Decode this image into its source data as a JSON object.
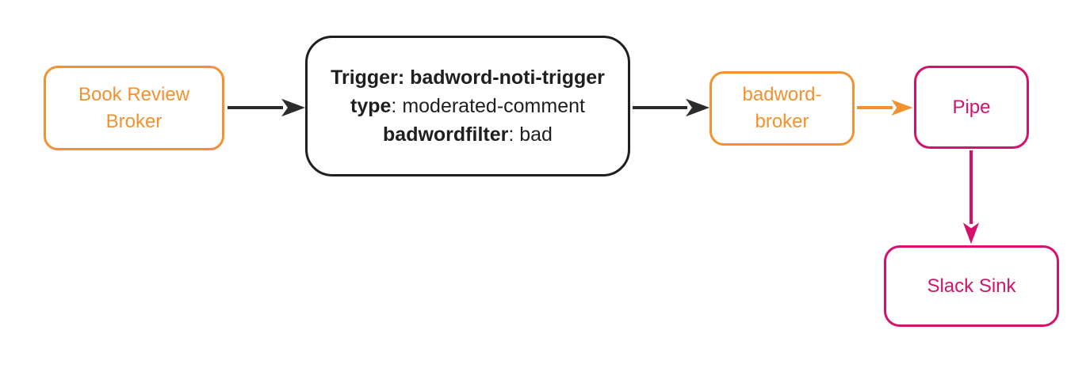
{
  "diagram": {
    "title": "event flow diagram",
    "colors": {
      "orange": "#F3912E",
      "pink": "#D6116B",
      "black": "#1F1F1F",
      "background": "#FFFFFF"
    },
    "nodes": {
      "book_review_broker": {
        "type": "broker",
        "label_line1": "Book Review",
        "label_line2": "Broker",
        "color": "#F3912E"
      },
      "trigger": {
        "type": "trigger",
        "line1": "Trigger: badword-noti-trigger",
        "line2_key": "type",
        "line2_value": ": moderated-comment",
        "line3_key": "badwordfilter",
        "line3_value": ": bad",
        "color": "#1F1F1F"
      },
      "badword_broker": {
        "type": "broker",
        "label_line1": "badword-",
        "label_line2": "broker",
        "color": "#F3912E"
      },
      "pipe": {
        "type": "pipe",
        "label": "Pipe",
        "color": "#D6116B"
      },
      "slack_sink": {
        "type": "sink",
        "label": "Slack Sink",
        "color": "#D6116B"
      }
    },
    "edges": [
      {
        "from": "book_review_broker",
        "to": "trigger",
        "color": "#2B2B2B"
      },
      {
        "from": "trigger",
        "to": "badword_broker",
        "color": "#2B2B2B"
      },
      {
        "from": "badword_broker",
        "to": "pipe",
        "color": "#F3912E"
      },
      {
        "from": "pipe",
        "to": "slack_sink",
        "color": "#D6116B"
      }
    ]
  }
}
